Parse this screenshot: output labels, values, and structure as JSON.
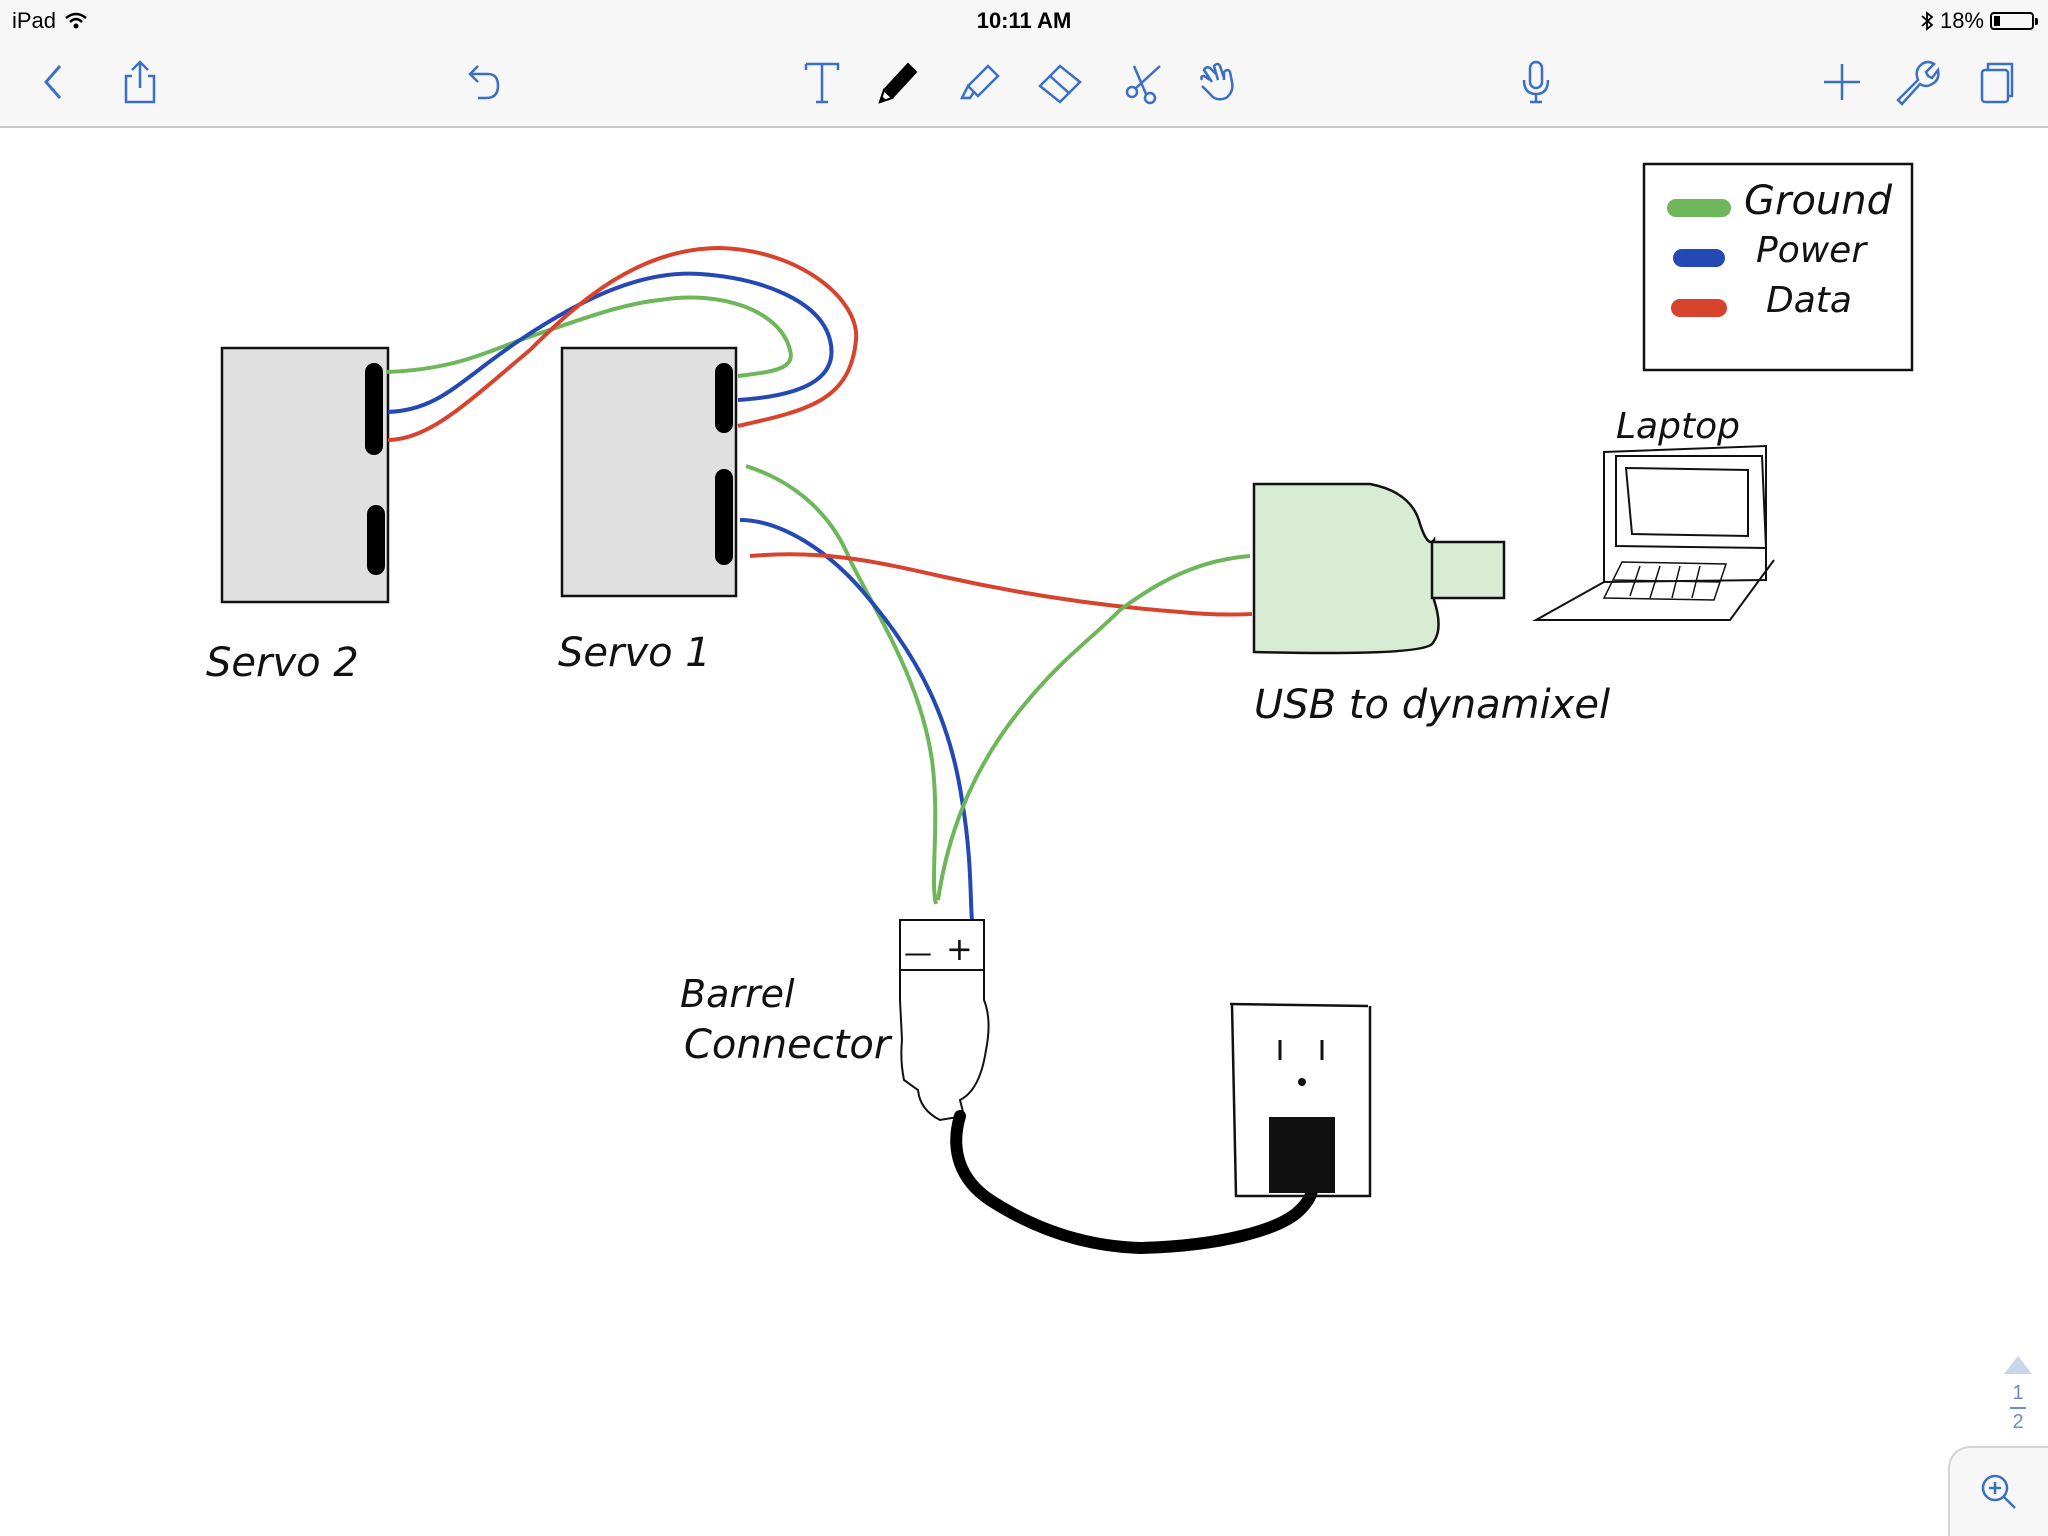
{
  "status_bar": {
    "device": "iPad",
    "time": "10:11 AM",
    "battery": "18%",
    "battery_level": 0.18
  },
  "toolbar": {
    "left_tools": [
      "back-icon",
      "share-icon",
      "undo-icon"
    ],
    "center_tools": [
      "text-tool-icon",
      "pen-tool-icon",
      "highlighter-tool-icon",
      "eraser-tool-icon",
      "lasso-scissors-icon",
      "hand-tool-icon"
    ],
    "mic": "microphone-icon",
    "right_tools": [
      "add-icon",
      "wrench-icon",
      "pages-icon"
    ],
    "accent_color": "#3b6fc4"
  },
  "canvas": {
    "labels": {
      "servo2": "Servo 2",
      "servo1": "Servo 1",
      "usb": "USB to dynamixel",
      "laptop": "Laptop",
      "barrel_line1": "Barrel",
      "barrel_line2": "Connector",
      "minus": "—",
      "plus": "+"
    },
    "legend": [
      {
        "label": "Ground",
        "color": "#6db65a"
      },
      {
        "label": "Power",
        "color": "#2448b4"
      },
      {
        "label": "Data",
        "color": "#d8432e"
      }
    ],
    "colors": {
      "servo_fill": "#e0e0e0",
      "usb_fill": "#d8ecd4",
      "ink": "#000000"
    }
  },
  "page_indicator": {
    "current": "1",
    "total": "2"
  },
  "zoom": "zoom-in-icon"
}
